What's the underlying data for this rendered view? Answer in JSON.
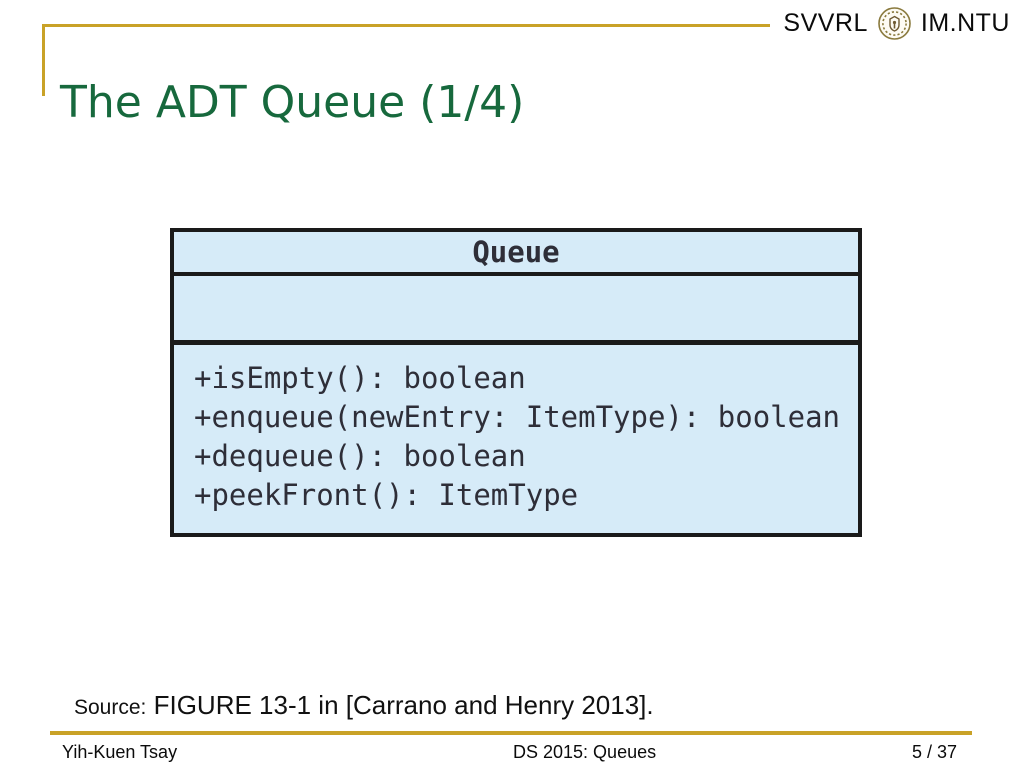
{
  "header": {
    "org_left": "SVVRL",
    "org_right": "IM.NTU",
    "logo_name": "ntu-seal-icon"
  },
  "title": "The ADT Queue (1/4)",
  "uml": {
    "class_name": "Queue",
    "attributes": [],
    "methods": [
      "+isEmpty(): boolean",
      "+enqueue(newEntry: ItemType): boolean",
      "+dequeue(): boolean",
      "+peekFront(): ItemType"
    ]
  },
  "source": {
    "prefix": "Source:",
    "text": " FIGURE 13-1 in [Carrano and Henry 2013]."
  },
  "footer": {
    "author": "Yih-Kuen Tsay",
    "course": "DS 2015: Queues",
    "page": "5 / 37"
  },
  "colors": {
    "accent_gold": "#C9A227",
    "title_green": "#17693D",
    "uml_fill": "#D6EBF8",
    "uml_border": "#1A1A1A",
    "uml_text": "#2E2E38"
  }
}
